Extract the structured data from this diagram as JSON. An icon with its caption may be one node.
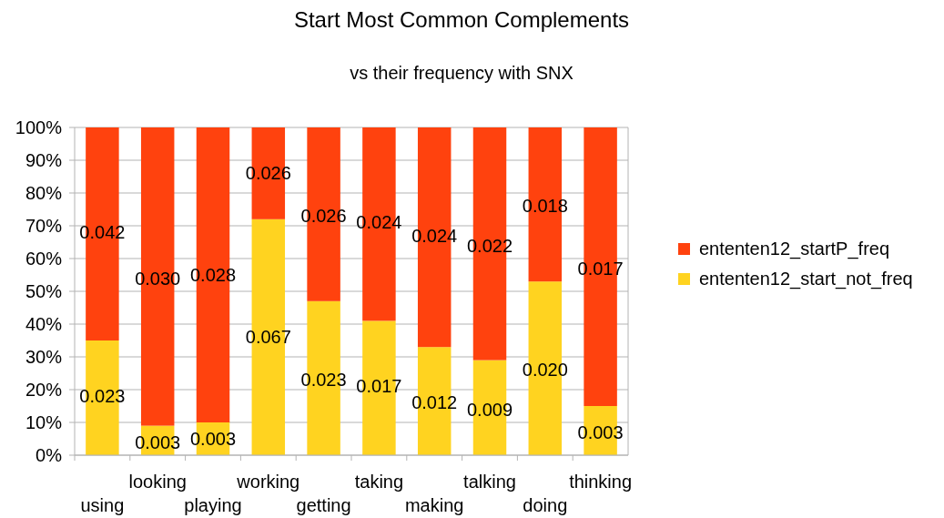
{
  "diagram": {
    "title": "Start Most Common Complements",
    "labels": [
      "vs their frequency with SNX"
    ],
    "chart_data": {
      "type": "bar",
      "stacked": true,
      "orientation": "vertical",
      "grid": true,
      "legend": "right",
      "categories": [
        "using",
        "looking",
        "playing",
        "working",
        "getting",
        "taking",
        "making",
        "talking",
        "doing",
        "thinking"
      ],
      "series": [
        {
          "name": "ententen12_startP_freq",
          "color": "#ff420e",
          "values": [
            65,
            91,
            90,
            28,
            53,
            59,
            67,
            71,
            47,
            85
          ]
        },
        {
          "name": "ententen12_start_not_freq",
          "color": "#ffd320",
          "values": [
            35,
            9,
            10,
            72,
            47,
            41,
            33,
            29,
            53,
            15
          ]
        }
      ],
      "annotations": [
        "0.042",
        "0.023",
        "0.030",
        "0.003",
        "0.028",
        "0.003",
        "0.026",
        "0.067",
        "0.026",
        "0.023",
        "0.024",
        "0.017",
        "0.024",
        "0.012",
        "0.022",
        "0.009",
        "0.018",
        "0.020",
        "0.017",
        "0.003"
      ],
      "ylim": [
        0,
        100
      ],
      "yticks": [
        {
          "value": 0,
          "label": "0%"
        },
        {
          "value": 10,
          "label": "10%"
        },
        {
          "value": 20,
          "label": "20%"
        },
        {
          "value": 30,
          "label": "30%"
        },
        {
          "value": 40,
          "label": "40%"
        },
        {
          "value": 50,
          "label": "50%"
        },
        {
          "value": 60,
          "label": "60%"
        },
        {
          "value": 70,
          "label": "70%"
        },
        {
          "value": 80,
          "label": "80%"
        },
        {
          "value": 90,
          "label": "90%"
        },
        {
          "value": 100,
          "label": "100%"
        }
      ]
    }
  }
}
